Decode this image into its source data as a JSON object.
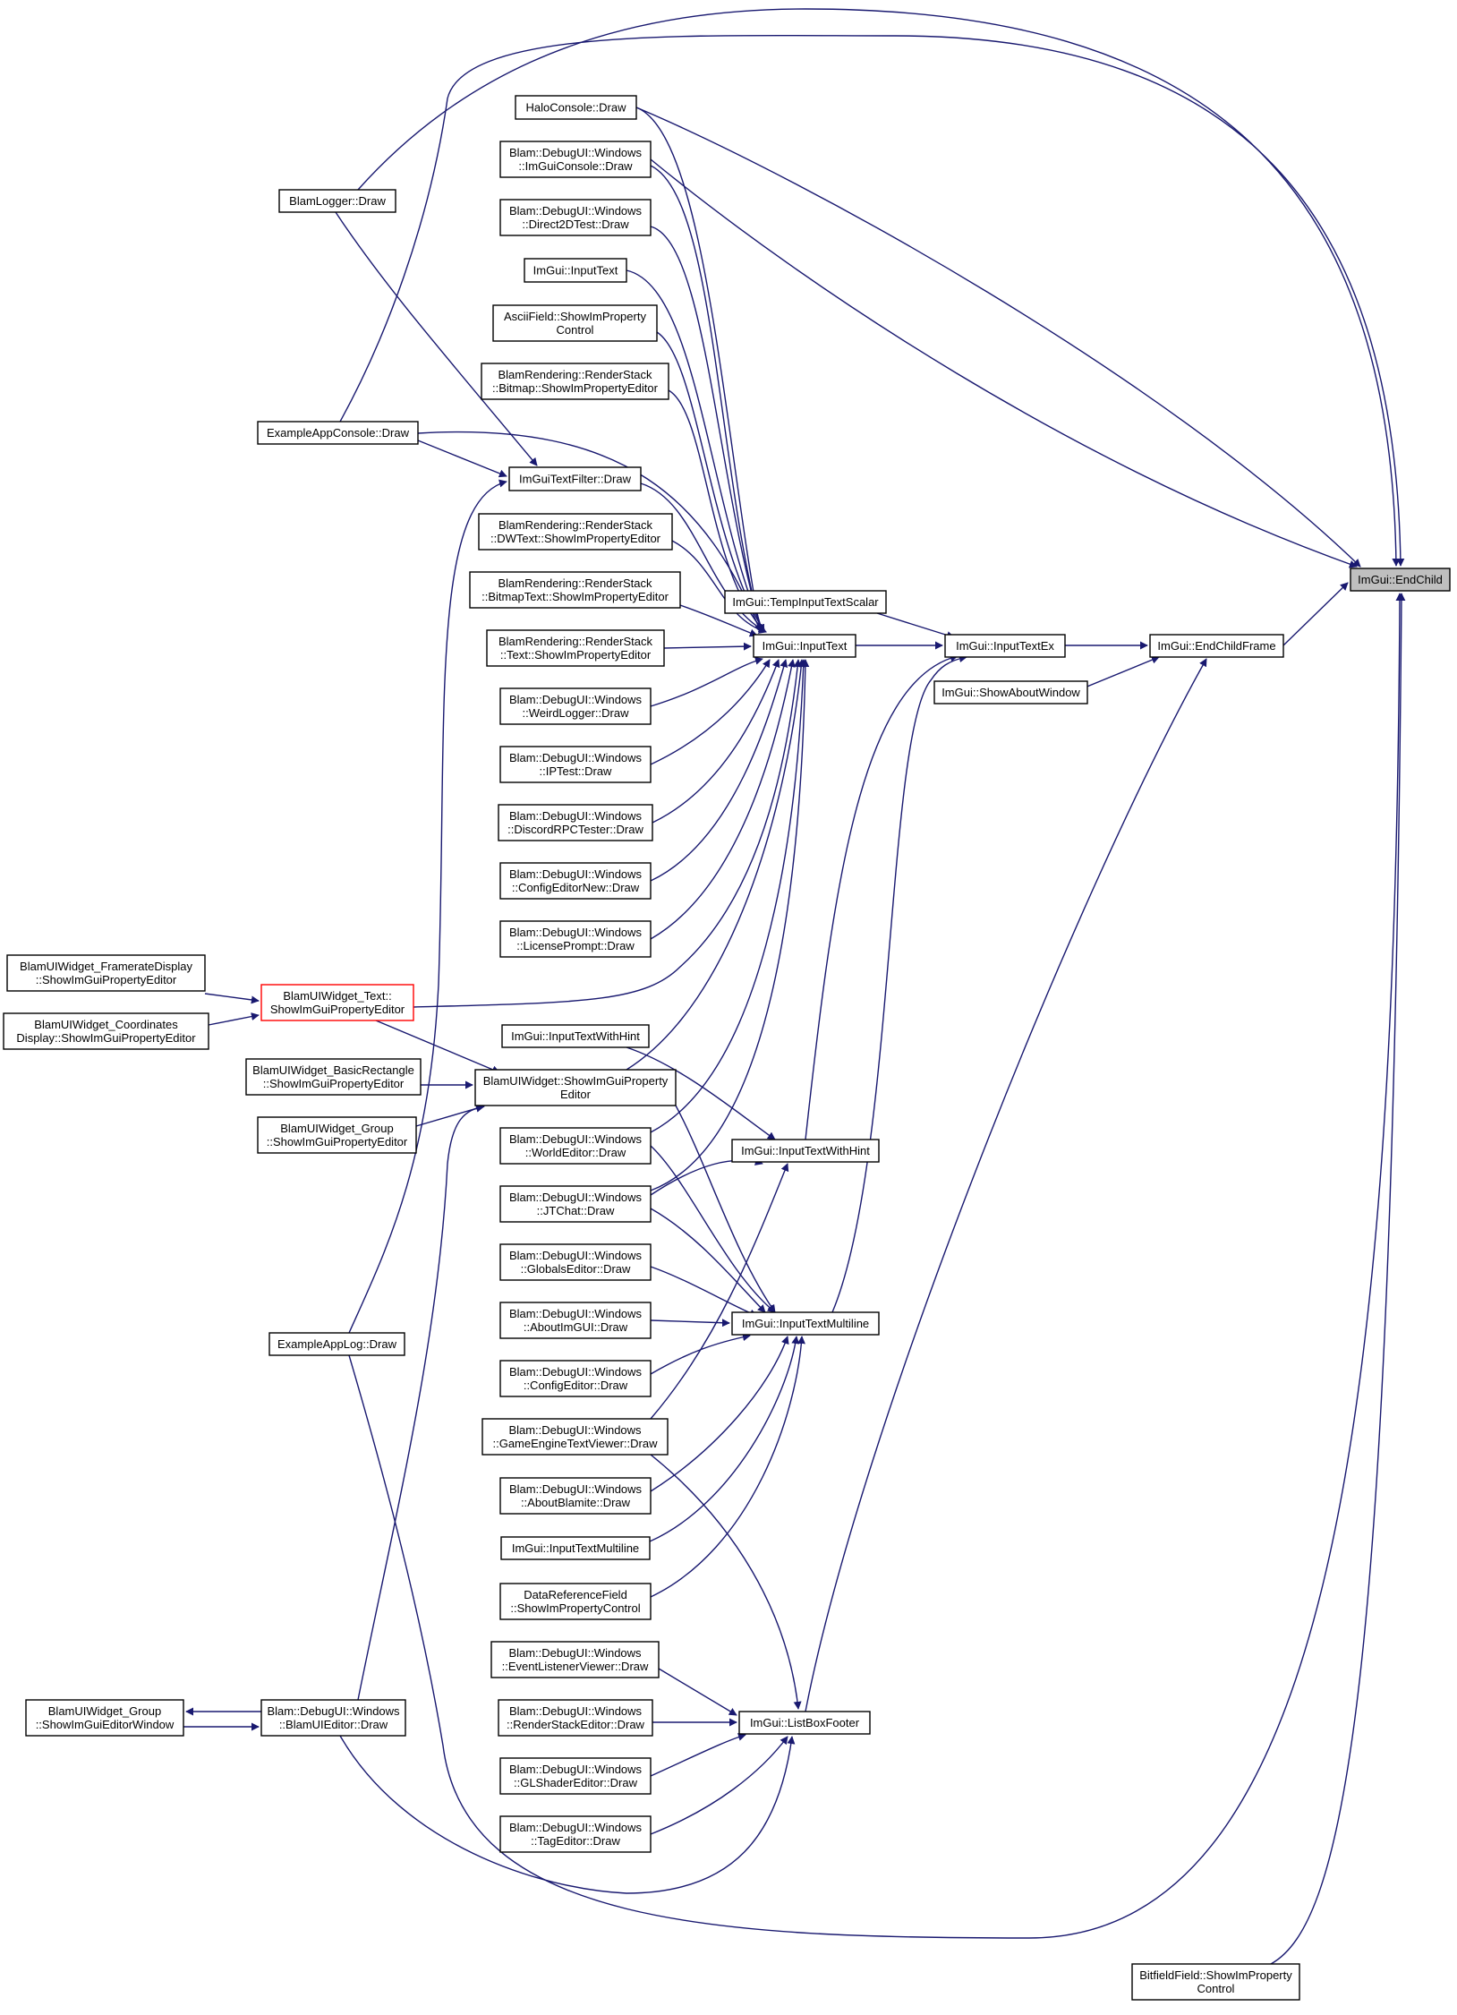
{
  "graph": {
    "kind": "doxygen-caller-graph",
    "edge_color": "#191970",
    "root_fill": "#bfbfbf",
    "truncated_border_color": "#ff0000",
    "nodes": [
      {
        "id": "endchild",
        "lines": [
          "ImGui::EndChild"
        ],
        "root": true
      },
      {
        "id": "endchildframe",
        "lines": [
          "ImGui::EndChildFrame"
        ]
      },
      {
        "id": "inputtextex",
        "lines": [
          "ImGui::InputTextEx"
        ]
      },
      {
        "id": "showabout",
        "lines": [
          "ImGui::ShowAboutWindow"
        ]
      },
      {
        "id": "tempinput",
        "lines": [
          "ImGui::TempInputTextScalar"
        ]
      },
      {
        "id": "inputtext_main",
        "lines": [
          "ImGui::InputText"
        ]
      },
      {
        "id": "itwh_main",
        "lines": [
          "ImGui::InputTextWithHint"
        ]
      },
      {
        "id": "itml_main",
        "lines": [
          "ImGui::InputTextMultiline"
        ]
      },
      {
        "id": "listboxfooter",
        "lines": [
          "ImGui::ListBoxFooter"
        ]
      },
      {
        "id": "haloconsole",
        "lines": [
          "HaloConsole::Draw"
        ]
      },
      {
        "id": "imguiconsole",
        "lines": [
          "Blam::DebugUI::Windows",
          "::ImGuiConsole::Draw"
        ]
      },
      {
        "id": "direct2d",
        "lines": [
          "Blam::DebugUI::Windows",
          "::Direct2DTest::Draw"
        ]
      },
      {
        "id": "inputtext2",
        "lines": [
          "ImGui::InputText"
        ]
      },
      {
        "id": "asciifield",
        "lines": [
          "AsciiField::ShowImProperty",
          "Control"
        ]
      },
      {
        "id": "rs_bitmap",
        "lines": [
          "BlamRendering::RenderStack",
          "::Bitmap::ShowImPropertyEditor"
        ]
      },
      {
        "id": "exconsole",
        "lines": [
          "ExampleAppConsole::Draw"
        ]
      },
      {
        "id": "textfilter",
        "lines": [
          "ImGuiTextFilter::Draw"
        ]
      },
      {
        "id": "rs_dwtext",
        "lines": [
          "BlamRendering::RenderStack",
          "::DWText::ShowImPropertyEditor"
        ]
      },
      {
        "id": "rs_bitmaptext",
        "lines": [
          "BlamRendering::RenderStack",
          "::BitmapText::ShowImPropertyEditor"
        ]
      },
      {
        "id": "rs_text",
        "lines": [
          "BlamRendering::RenderStack",
          "::Text::ShowImPropertyEditor"
        ]
      },
      {
        "id": "weirdlogger",
        "lines": [
          "Blam::DebugUI::Windows",
          "::WeirdLogger::Draw"
        ]
      },
      {
        "id": "iptest",
        "lines": [
          "Blam::DebugUI::Windows",
          "::IPTest::Draw"
        ]
      },
      {
        "id": "discord",
        "lines": [
          "Blam::DebugUI::Windows",
          "::DiscordRPCTester::Draw"
        ]
      },
      {
        "id": "configeditornew",
        "lines": [
          "Blam::DebugUI::Windows",
          "::ConfigEditorNew::Draw"
        ]
      },
      {
        "id": "license",
        "lines": [
          "Blam::DebugUI::Windows",
          "::LicensePrompt::Draw"
        ]
      },
      {
        "id": "blamlogger",
        "lines": [
          "BlamLogger::Draw"
        ]
      },
      {
        "id": "w_framerate",
        "lines": [
          "BlamUIWidget_FramerateDisplay",
          "::ShowImGuiPropertyEditor"
        ]
      },
      {
        "id": "w_coords",
        "lines": [
          "BlamUIWidget_Coordinates",
          "Display::ShowImGuiPropertyEditor"
        ]
      },
      {
        "id": "w_text",
        "lines": [
          "BlamUIWidget_Text::",
          "ShowImGuiPropertyEditor"
        ],
        "truncated": true
      },
      {
        "id": "w_basicrect",
        "lines": [
          "BlamUIWidget_BasicRectangle",
          "::ShowImGuiPropertyEditor"
        ]
      },
      {
        "id": "w_group",
        "lines": [
          "BlamUIWidget_Group",
          "::ShowImGuiPropertyEditor"
        ]
      },
      {
        "id": "w_widget",
        "lines": [
          "BlamUIWidget::ShowImGuiProperty",
          "Editor"
        ]
      },
      {
        "id": "itwh2",
        "lines": [
          "ImGui::InputTextWithHint"
        ]
      },
      {
        "id": "worldeditor",
        "lines": [
          "Blam::DebugUI::Windows",
          "::WorldEditor::Draw"
        ]
      },
      {
        "id": "jtchat",
        "lines": [
          "Blam::DebugUI::Windows",
          "::JTChat::Draw"
        ]
      },
      {
        "id": "globalseditor",
        "lines": [
          "Blam::DebugUI::Windows",
          "::GlobalsEditor::Draw"
        ]
      },
      {
        "id": "aboutimgui",
        "lines": [
          "Blam::DebugUI::Windows",
          "::AboutImGUI::Draw"
        ]
      },
      {
        "id": "configeditor",
        "lines": [
          "Blam::DebugUI::Windows",
          "::ConfigEditor::Draw"
        ]
      },
      {
        "id": "gameengine",
        "lines": [
          "Blam::DebugUI::Windows",
          "::GameEngineTextViewer::Draw"
        ]
      },
      {
        "id": "aboutblamite",
        "lines": [
          "Blam::DebugUI::Windows",
          "::AboutBlamite::Draw"
        ]
      },
      {
        "id": "itml2",
        "lines": [
          "ImGui::InputTextMultiline"
        ]
      },
      {
        "id": "datareference",
        "lines": [
          "DataReferenceField",
          "::ShowImPropertyControl"
        ]
      },
      {
        "id": "exlog",
        "lines": [
          "ExampleAppLog::Draw"
        ]
      },
      {
        "id": "eventlistener",
        "lines": [
          "Blam::DebugUI::Windows",
          "::EventListenerViewer::Draw"
        ]
      },
      {
        "id": "renderstackeditor",
        "lines": [
          "Blam::DebugUI::Windows",
          "::RenderStackEditor::Draw"
        ]
      },
      {
        "id": "glshader",
        "lines": [
          "Blam::DebugUI::Windows",
          "::GLShaderEditor::Draw"
        ]
      },
      {
        "id": "tageditor",
        "lines": [
          "Blam::DebugUI::Windows",
          "::TagEditor::Draw"
        ]
      },
      {
        "id": "grp_editorwindow",
        "lines": [
          "BlamUIWidget_Group",
          "::ShowImGuiEditorWindow"
        ]
      },
      {
        "id": "blamuieditor",
        "lines": [
          "Blam::DebugUI::Windows",
          "::BlamUIEditor::Draw"
        ]
      },
      {
        "id": "bitfield",
        "lines": [
          "BitfieldField::ShowImProperty",
          "Control"
        ]
      }
    ],
    "edges": [
      {
        "from": "endchildframe",
        "to": "endchild"
      },
      {
        "from": "inputtextex",
        "to": "endchildframe"
      },
      {
        "from": "showabout",
        "to": "endchildframe"
      },
      {
        "from": "listboxfooter",
        "to": "endchildframe"
      },
      {
        "from": "tempinput",
        "to": "inputtextex"
      },
      {
        "from": "inputtext_main",
        "to": "inputtextex"
      },
      {
        "from": "itwh_main",
        "to": "inputtextex"
      },
      {
        "from": "itml_main",
        "to": "inputtextex"
      },
      {
        "from": "haloconsole",
        "to": "endchild"
      },
      {
        "from": "imguiconsole",
        "to": "endchild"
      },
      {
        "from": "blamlogger",
        "to": "endchild"
      },
      {
        "from": "exconsole",
        "to": "endchild"
      },
      {
        "from": "exlog",
        "to": "endchild"
      },
      {
        "from": "bitfield",
        "to": "endchild"
      },
      {
        "from": "haloconsole",
        "to": "inputtext_main"
      },
      {
        "from": "imguiconsole",
        "to": "inputtext_main"
      },
      {
        "from": "direct2d",
        "to": "inputtext_main"
      },
      {
        "from": "inputtext2",
        "to": "inputtext_main"
      },
      {
        "from": "asciifield",
        "to": "inputtext_main"
      },
      {
        "from": "rs_bitmap",
        "to": "inputtext_main"
      },
      {
        "from": "exconsole",
        "to": "inputtext_main"
      },
      {
        "from": "textfilter",
        "to": "inputtext_main"
      },
      {
        "from": "rs_dwtext",
        "to": "inputtext_main"
      },
      {
        "from": "rs_bitmaptext",
        "to": "inputtext_main"
      },
      {
        "from": "rs_text",
        "to": "inputtext_main"
      },
      {
        "from": "weirdlogger",
        "to": "inputtext_main"
      },
      {
        "from": "iptest",
        "to": "inputtext_main"
      },
      {
        "from": "discord",
        "to": "inputtext_main"
      },
      {
        "from": "configeditornew",
        "to": "inputtext_main"
      },
      {
        "from": "license",
        "to": "inputtext_main"
      },
      {
        "from": "w_text",
        "to": "inputtext_main"
      },
      {
        "from": "w_widget",
        "to": "inputtext_main"
      },
      {
        "from": "worldeditor",
        "to": "inputtext_main"
      },
      {
        "from": "jtchat",
        "to": "inputtext_main"
      },
      {
        "from": "blamlogger",
        "to": "textfilter"
      },
      {
        "from": "exconsole",
        "to": "textfilter"
      },
      {
        "from": "exlog",
        "to": "textfilter"
      },
      {
        "from": "w_framerate",
        "to": "w_text"
      },
      {
        "from": "w_coords",
        "to": "w_text"
      },
      {
        "from": "w_text",
        "to": "w_widget"
      },
      {
        "from": "w_basicrect",
        "to": "w_widget"
      },
      {
        "from": "w_group",
        "to": "w_widget"
      },
      {
        "from": "blamuieditor",
        "to": "w_widget"
      },
      {
        "from": "w_widget",
        "to": "itml_main"
      },
      {
        "from": "itwh2",
        "to": "itwh_main"
      },
      {
        "from": "jtchat",
        "to": "itwh_main"
      },
      {
        "from": "gameengine",
        "to": "itwh_main"
      },
      {
        "from": "worldeditor",
        "to": "itml_main"
      },
      {
        "from": "jtchat",
        "to": "itml_main"
      },
      {
        "from": "globalseditor",
        "to": "itml_main"
      },
      {
        "from": "aboutimgui",
        "to": "itml_main"
      },
      {
        "from": "configeditor",
        "to": "itml_main"
      },
      {
        "from": "aboutblamite",
        "to": "itml_main"
      },
      {
        "from": "itml2",
        "to": "itml_main"
      },
      {
        "from": "datareference",
        "to": "itml_main"
      },
      {
        "from": "gameengine",
        "to": "listboxfooter"
      },
      {
        "from": "eventlistener",
        "to": "listboxfooter"
      },
      {
        "from": "renderstackeditor",
        "to": "listboxfooter"
      },
      {
        "from": "glshader",
        "to": "listboxfooter"
      },
      {
        "from": "tageditor",
        "to": "listboxfooter"
      },
      {
        "from": "blamuieditor",
        "to": "listboxfooter"
      },
      {
        "from": "blamuieditor",
        "to": "grp_editorwindow"
      },
      {
        "from": "grp_editorwindow",
        "to": "blamuieditor"
      }
    ]
  }
}
